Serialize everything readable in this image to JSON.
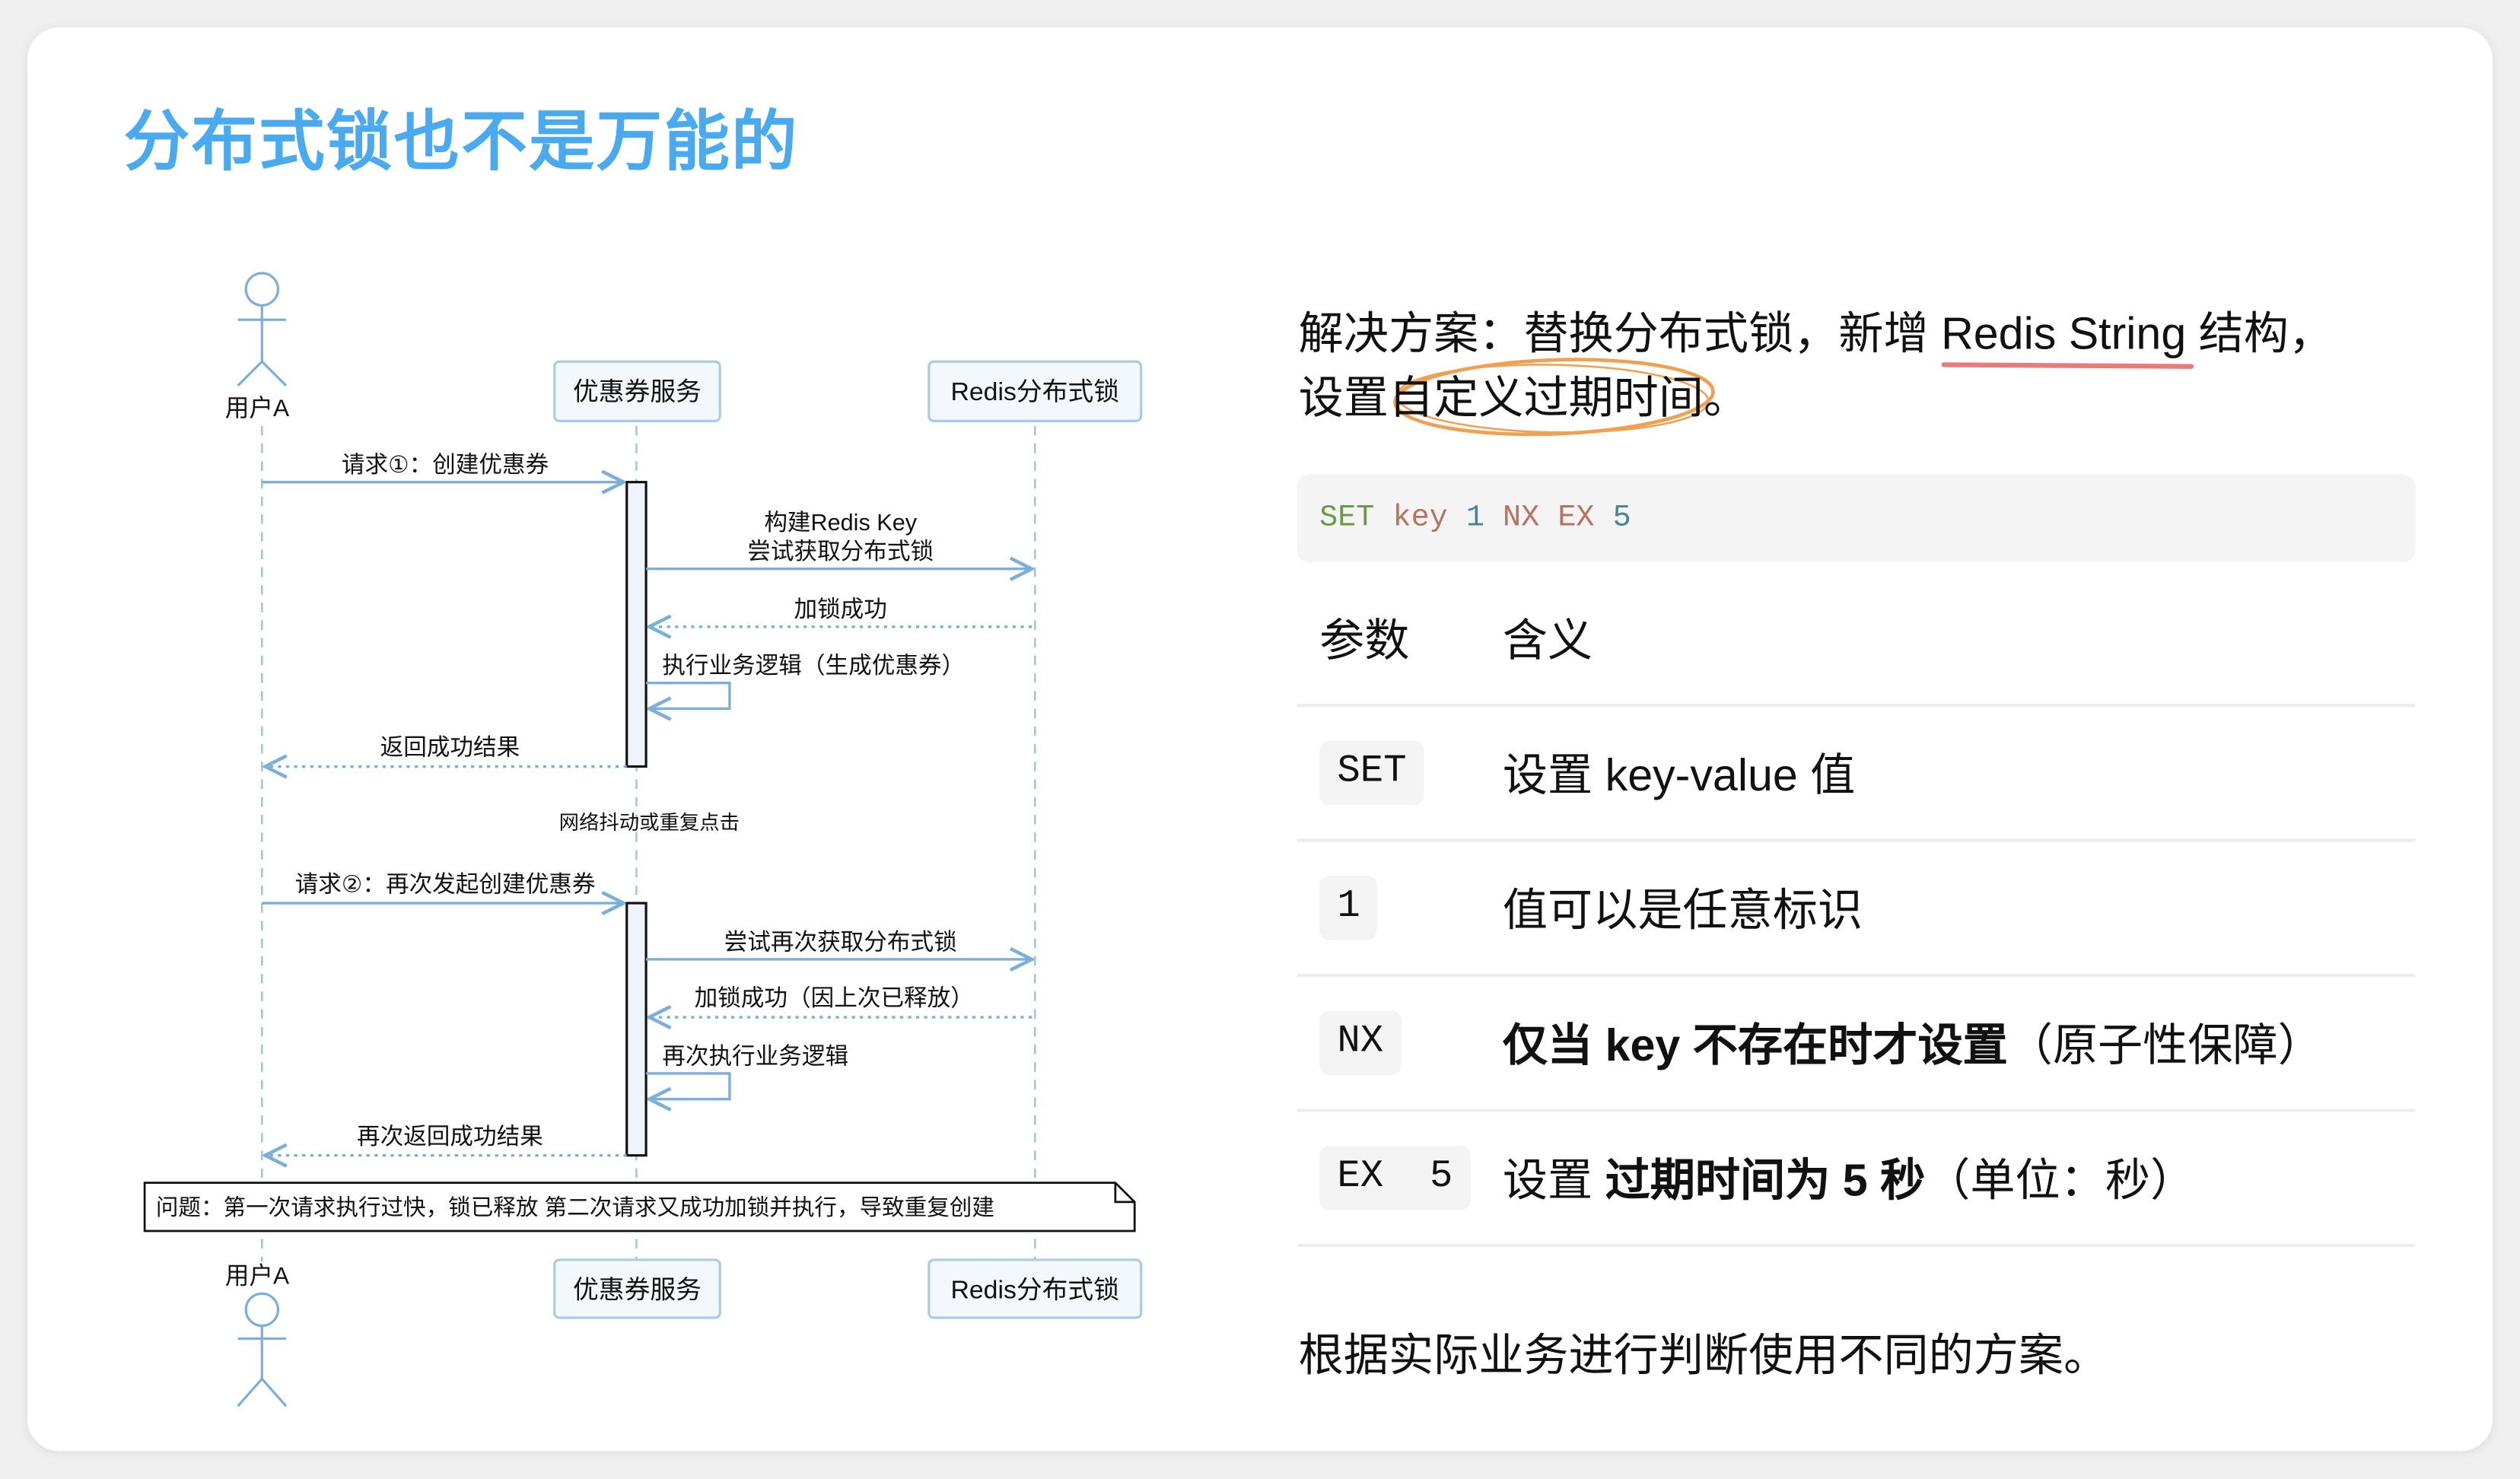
{
  "title": "分布式锁也不是万能的",
  "diagram": {
    "actor": "用户A",
    "service": "优惠券服务",
    "redis": "Redis分布式锁",
    "msgs": {
      "req1": "请求①：创建优惠券",
      "build_key_1": "构建Redis Key",
      "build_key_2": "尝试获取分布式锁",
      "lock_ok": "加锁成功",
      "exec": "执行业务逻辑（生成优惠券）",
      "return1": "返回成功结果",
      "divider": "网络抖动或重复点击",
      "req2": "请求②：再次发起创建优惠券",
      "retry_lock": "尝试再次获取分布式锁",
      "lock_ok2": "加锁成功（因上次已释放）",
      "exec2": "再次执行业务逻辑",
      "return2": "再次返回成功结果"
    },
    "note": "问题：第一次请求执行过快，锁已释放 第二次请求又成功加锁并执行，导致重复创建"
  },
  "lead": {
    "line1_a": "解决方案：替换分布式锁，新增 ",
    "line1_underlined": "Redis String",
    "line1_b": " 结构，",
    "line2_a": "设置",
    "line2_circled": "自定义过期时间",
    "line2_b": "。"
  },
  "code": {
    "tokens": [
      {
        "text": "SET",
        "color": "#6a9a48"
      },
      {
        "text": "key",
        "color": "#b47360"
      },
      {
        "text": "1",
        "color": "#4a8098"
      },
      {
        "text": "NX",
        "color": "#b47360"
      },
      {
        "text": "EX",
        "color": "#b47360"
      },
      {
        "text": "5",
        "color": "#4a8098"
      }
    ]
  },
  "table": {
    "headers": [
      "参数",
      "含义"
    ],
    "rows": [
      {
        "param": "SET",
        "meaning": [
          {
            "text": "设置 key-value 值",
            "bold": false
          }
        ]
      },
      {
        "param": "1",
        "meaning": [
          {
            "text": "值可以是任意标识",
            "bold": false
          }
        ]
      },
      {
        "param": "NX",
        "meaning": [
          {
            "text": "仅当 key 不存在时才设置",
            "bold": true
          },
          {
            "text": "（原子性保障）",
            "bold": false
          }
        ]
      },
      {
        "param": "EX  5",
        "meaning": [
          {
            "text": "设置 ",
            "bold": false
          },
          {
            "text": "过期时间为 5 秒",
            "bold": true
          },
          {
            "text": "（单位：秒）",
            "bold": false
          }
        ]
      }
    ]
  },
  "footer": "根据实际业务进行判断使用不同的方案。",
  "colors": {
    "title": "#4aaaf0",
    "line": "#7aaedb",
    "underline": "#e87c7c",
    "circle": "#f0a050"
  }
}
